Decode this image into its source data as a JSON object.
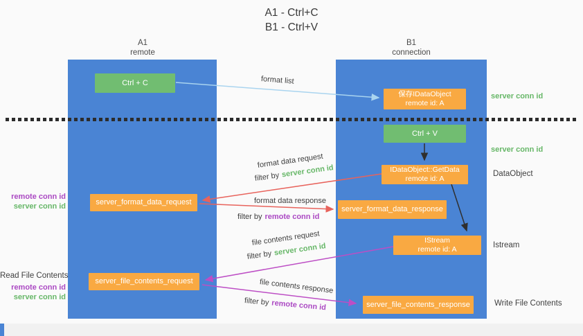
{
  "title": {
    "line1": "A1 - Ctrl+C",
    "line2": "B1 - Ctrl+V"
  },
  "columns": {
    "a": {
      "header_line1": "A1",
      "header_line2": "remote"
    },
    "b": {
      "header_line1": "B1",
      "header_line2": "connection"
    }
  },
  "nodes": {
    "ctrl_c": "Ctrl + C",
    "ctrl_v": "Ctrl + V",
    "save_dataobject": {
      "line1": "保存IDataObject",
      "line2": "remote id: A"
    },
    "getdata": {
      "line1": "IDataObject::GetData",
      "line2": "remote id: A"
    },
    "istream": {
      "line1": "IStream",
      "line2": "remote id: A"
    },
    "format_request": "server_format_data_request",
    "format_response": "server_format_data_response",
    "file_request": "server_file_contents_request",
    "file_response": "server_file_contents_response"
  },
  "flow_labels": {
    "format_list": "format list",
    "format_data_request": "format data request",
    "format_data_request_filter": {
      "prefix": "filter by",
      "value": "server conn id"
    },
    "format_data_response": "format data response",
    "format_data_response_filter": {
      "prefix": "filter by",
      "value": "remote conn id"
    },
    "file_contents_request": "file contents request",
    "file_contents_request_filter": {
      "prefix": "filter by",
      "value": "server conn id"
    },
    "file_contents_response": "file contents response",
    "file_contents_response_filter": {
      "prefix": "filter by",
      "value": "remote conn id"
    }
  },
  "side_labels": {
    "right_server_conn_id_1": "server conn id",
    "right_server_conn_id_2": "server conn id",
    "right_dataobject": "DataObject",
    "right_istream": "Istream",
    "right_write_file_contents": "Write File Contents",
    "left_remote_conn_id_1": "remote conn id",
    "left_server_conn_id_1": "server conn id",
    "left_read_file_contents": "Read File Contents",
    "left_remote_conn_id_2": "remote conn id",
    "left_server_conn_id_2": "server conn id"
  },
  "palette": {
    "column_blue": "#4a84d4",
    "box_green": "#71bd71",
    "box_orange": "#f9a942",
    "arrow_light_blue": "#a9d4ef",
    "arrow_red": "#e8635c",
    "arrow_magenta": "#bd4ec5",
    "arrow_black": "#2f2f2f",
    "text_green": "#67b768",
    "text_purple": "#ab49c3"
  }
}
